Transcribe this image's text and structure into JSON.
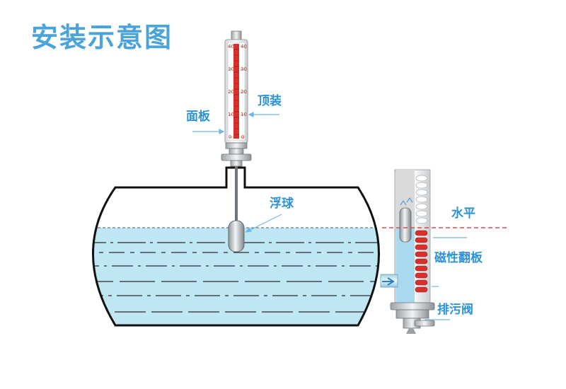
{
  "title": "安装示意图",
  "labels": {
    "panel": "面板",
    "top_mount": "顶装",
    "float_ball": "浮球",
    "level": "水平",
    "magnetic_flap": "磁性翻板",
    "drain_valve": "排污阀"
  },
  "scale_ticks": [
    "40",
    "30",
    "20",
    "10",
    "0"
  ],
  "colors": {
    "title": "#4aa3d9",
    "label": "#2e93d6",
    "water": "#bfe6f3",
    "flap_red": "#d9302c",
    "level_line": "#e24a4a"
  }
}
